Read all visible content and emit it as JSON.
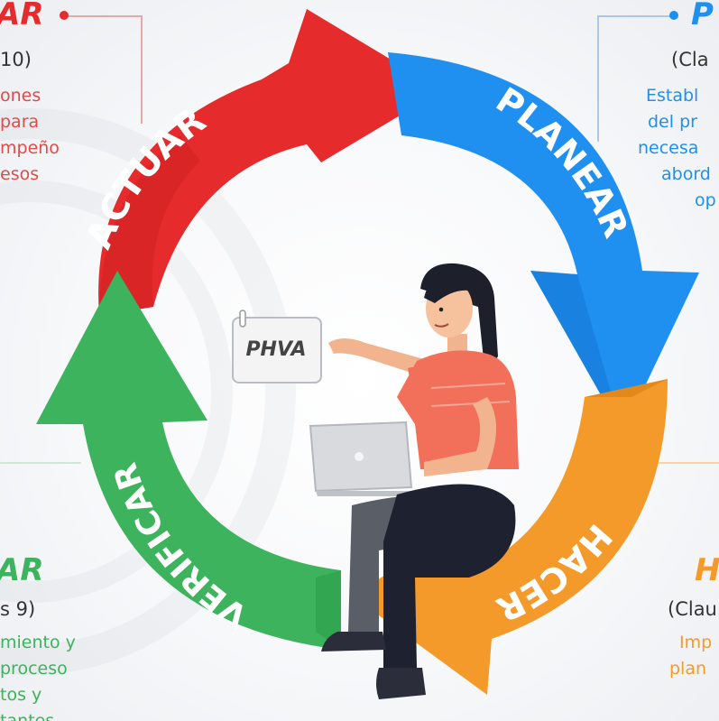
{
  "colors": {
    "actuar": "#e52b2b",
    "planear": "#1f8ff0",
    "hacer": "#f39a2a",
    "verificar": "#3cb35c"
  },
  "cycle": {
    "actuar": "ACTUAR",
    "planear": "PLANEAR",
    "hacer": "HACER",
    "verificar": "VERIFICAR"
  },
  "card": {
    "label": "PHVA"
  },
  "corners": {
    "top_left": {
      "title": "AR",
      "clause": "10)",
      "lines": [
        "ones",
        "para",
        "mpeño",
        "esos"
      ]
    },
    "top_right": {
      "title": "P",
      "clause": "(Cla",
      "lines": [
        "Establ",
        "del pr",
        "necesa",
        "abord",
        "op"
      ]
    },
    "bottom_left": {
      "title": "AR",
      "clause": "s 9)",
      "lines": [
        "miento y",
        "proceso",
        "tos y",
        "tantes"
      ]
    },
    "bottom_right": {
      "title": "H",
      "clause": "(Clau",
      "lines": [
        "Imp",
        "plan"
      ]
    }
  }
}
